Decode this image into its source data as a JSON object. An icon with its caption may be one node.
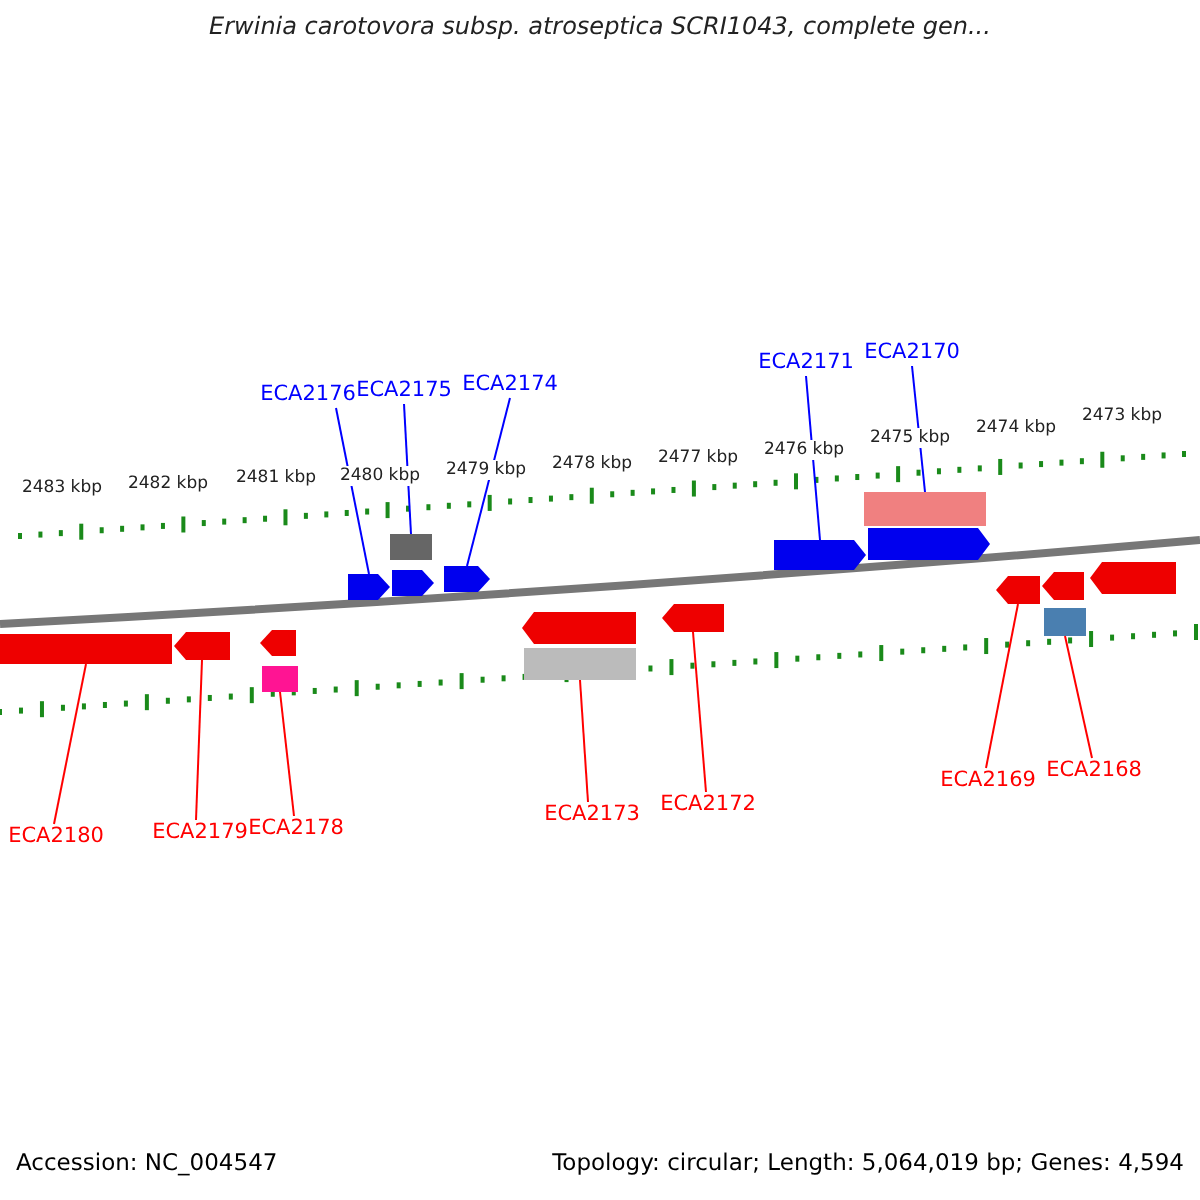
{
  "diagram": {
    "title": "Erwinia carotovora subsp. atroseptica SCRI1043, complete gen...",
    "nodes": [
      {
        "text": [
          "ECA2176"
        ]
      },
      {
        "text": [
          "ECA2175"
        ]
      },
      {
        "text": [
          "ECA2174"
        ]
      },
      {
        "text": [
          "ECA2171"
        ]
      },
      {
        "text": [
          "ECA2170"
        ]
      },
      {
        "text": [
          "ECA2180"
        ]
      },
      {
        "text": [
          "ECA2179"
        ]
      },
      {
        "text": [
          "ECA2178"
        ]
      },
      {
        "text": [
          "ECA2173"
        ]
      },
      {
        "text": [
          "ECA2172"
        ]
      },
      {
        "text": [
          "ECA2169"
        ]
      },
      {
        "text": [
          "ECA2168"
        ]
      },
      {
        "text": [],
        "shape": "box"
      },
      {
        "text": [],
        "shape": "pentagon"
      },
      {
        "text": [],
        "shape": "pentagon"
      },
      {
        "text": [],
        "shape": "pentagon"
      },
      {
        "text": [],
        "shape": "pentagon"
      },
      {
        "text": [],
        "shape": "pentagon"
      },
      {
        "text": [],
        "shape": "box"
      },
      {
        "text": [],
        "shape": "bar"
      },
      {
        "text": [],
        "shape": "pentagon"
      },
      {
        "text": [],
        "shape": "pentagon"
      },
      {
        "text": [],
        "shape": "box"
      },
      {
        "text": [],
        "shape": "pentagon"
      },
      {
        "text": [],
        "shape": "box"
      },
      {
        "text": [],
        "shape": "pentagon"
      },
      {
        "text": [],
        "shape": "pentagon"
      },
      {
        "text": [],
        "shape": "pentagon"
      },
      {
        "text": [],
        "shape": "pentagon"
      },
      {
        "text": [],
        "shape": "box"
      }
    ],
    "edges": [
      {
        "from": 0,
        "to": 13,
        "arrow": "none",
        "color": "#0000ff"
      },
      {
        "from": 1,
        "to": 12,
        "arrow": "none",
        "color": "#0000ff"
      },
      {
        "from": 2,
        "to": 15,
        "arrow": "none",
        "color": "#0000ff"
      },
      {
        "from": 3,
        "to": 16,
        "arrow": "none",
        "color": "#0000ff"
      },
      {
        "from": 4,
        "to": 18,
        "arrow": "none",
        "color": "#0000ff"
      },
      {
        "from": 5,
        "to": 19,
        "arrow": "none"
      },
      {
        "from": 6,
        "to": 20,
        "arrow": "none"
      },
      {
        "from": 7,
        "to": 22,
        "arrow": "none"
      },
      {
        "from": 8,
        "to": 24,
        "arrow": "none"
      },
      {
        "from": 9,
        "to": 25,
        "arrow": "none"
      },
      {
        "from": 10,
        "to": 26,
        "arrow": "none"
      },
      {
        "from": 11,
        "to": 29,
        "arrow": "none"
      }
    ],
    "labels": [
      "2483 kbp",
      "2482 kbp",
      "2481 kbp",
      "2480 kbp",
      "2479 kbp",
      "2478 kbp",
      "2477 kbp",
      "2476 kbp",
      "2475 kbp",
      "2474 kbp",
      "2473 kbp",
      "Accession: NC_004547",
      "Topology: circular; Length: 5,064,019 bp; Genes: 4,594"
    ]
  }
}
